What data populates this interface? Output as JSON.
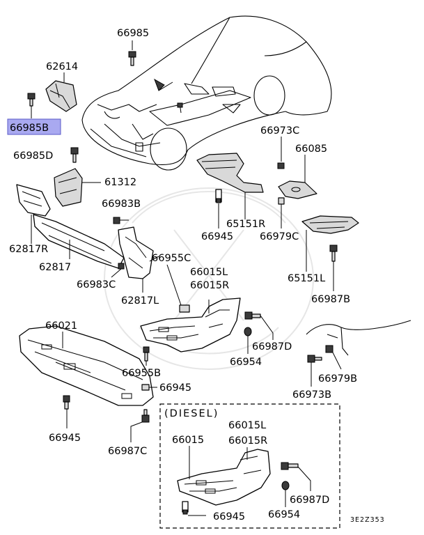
{
  "labels": {
    "p66985": "66985",
    "p62614": "62614",
    "p66985B": "66985B",
    "p66985D": "66985D",
    "p61312": "61312",
    "p66983B": "66983B",
    "p62817R": "62817R",
    "p62817": "62817",
    "p66983C": "66983C",
    "p66955C": "66955C",
    "p62817L": "62817L",
    "p66015L": "66015L",
    "p66015R": "66015R",
    "p66973C": "66973C",
    "p66085": "66085",
    "p65151R": "65151R",
    "p66945a": "66945",
    "p66979C": "66979C",
    "p65151L": "65151L",
    "p66987B": "66987B",
    "p66021": "66021",
    "p66987Da": "66987D",
    "p66954a": "66954",
    "p66955B": "66955B",
    "p66945b": "66945",
    "p66945c": "66945",
    "p66987C": "66987C",
    "p66979B": "66979B",
    "p66973B": "66973B",
    "diesel": "(DIESEL)",
    "p66015": "66015",
    "p66015L2": "66015L",
    "p66015R2": "66015R",
    "p66987Db": "66987D",
    "p66945d": "66945",
    "p66954b": "66954",
    "ref": "3E2Z353"
  },
  "colors": {
    "highlight_fill": "#a9a9f0",
    "highlight_border": "#5a5ac8"
  }
}
